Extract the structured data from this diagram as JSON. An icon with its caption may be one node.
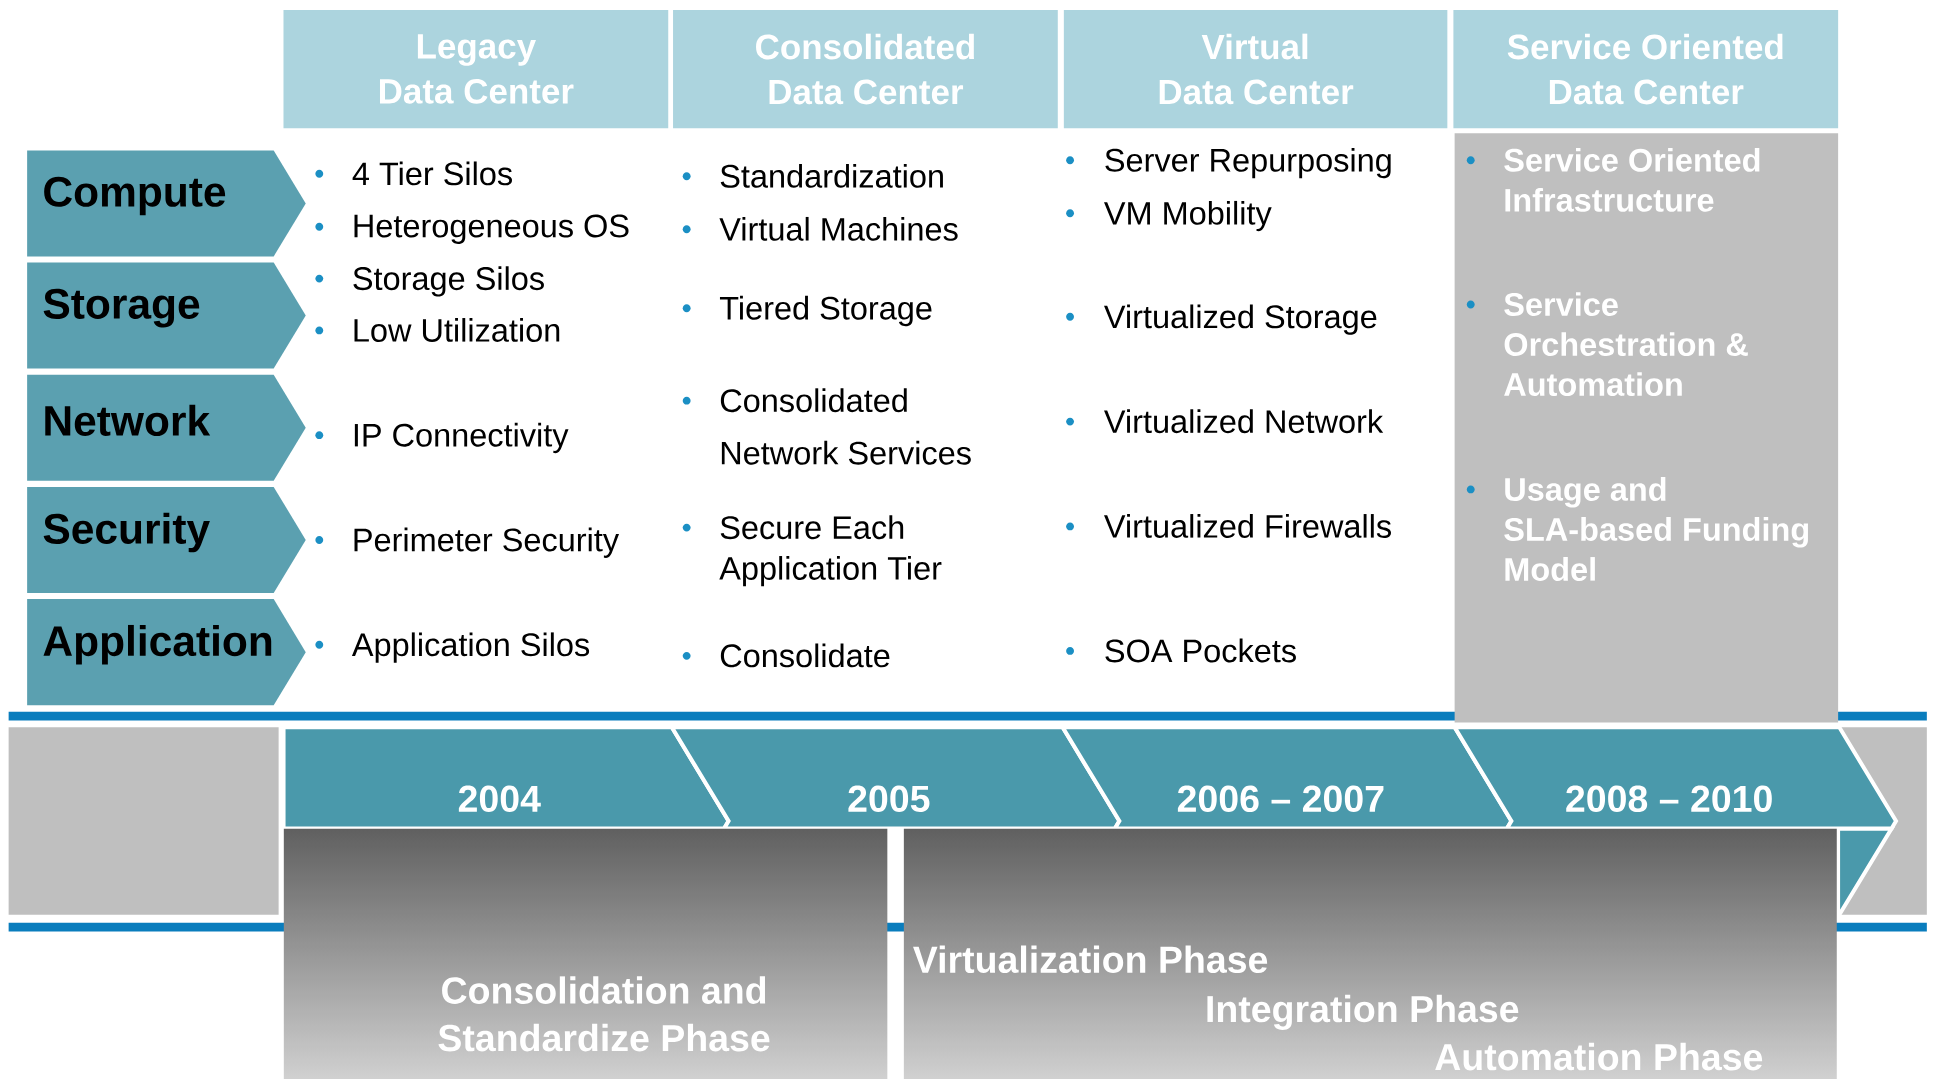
{
  "diagram": {
    "nodes": [
      {
        "text": [
          "Legacy Data Center"
        ]
      },
      {
        "text": [
          "Consolidated Data Center"
        ]
      },
      {
        "text": [
          "Virtual Data Center"
        ]
      },
      {
        "text": [
          "Service Oriented Data Center"
        ]
      },
      {
        "text": [
          "Service Oriented Infrastructure",
          "Service Orchestration & Automation",
          "Usage and SLA-based Funding Model"
        ]
      },
      {
        "text": [
          "Compute"
        ]
      },
      {
        "text": [
          "Storage"
        ]
      },
      {
        "text": [
          "Network"
        ]
      },
      {
        "text": [
          "Security"
        ]
      },
      {
        "text": [
          "Application"
        ]
      },
      {
        "text": [
          "2004"
        ]
      },
      {
        "text": [
          "2005"
        ]
      },
      {
        "text": [
          "2006 – 2007"
        ]
      },
      {
        "text": [
          "2008 – 2010"
        ]
      },
      {
        "text": [
          "Consolidation and Standardize Phase"
        ]
      },
      {
        "text": [
          "Virtualization Phase",
          "Integration Phase",
          "Automation Phase"
        ]
      },
      {
        "text": [],
        "shape": "box"
      },
      {
        "text": [],
        "shape": "box"
      }
    ],
    "edges": [],
    "labels": [
      "4 Tier Silos",
      "Heterogeneous OS",
      "Storage Silos",
      "Low Utilization",
      "IP Connectivity",
      "Perimeter Security",
      "Application Silos",
      "Standardization",
      "Virtual Machines",
      "Tiered Storage",
      "Consolidated Network Services",
      "Secure Each Application Tier",
      "Consolidate",
      "Server Repurposing",
      "VM Mobility",
      "Virtualized Storage",
      "Virtualized Network",
      "Virtualized Firewalls",
      "SOA Pockets"
    ]
  }
}
